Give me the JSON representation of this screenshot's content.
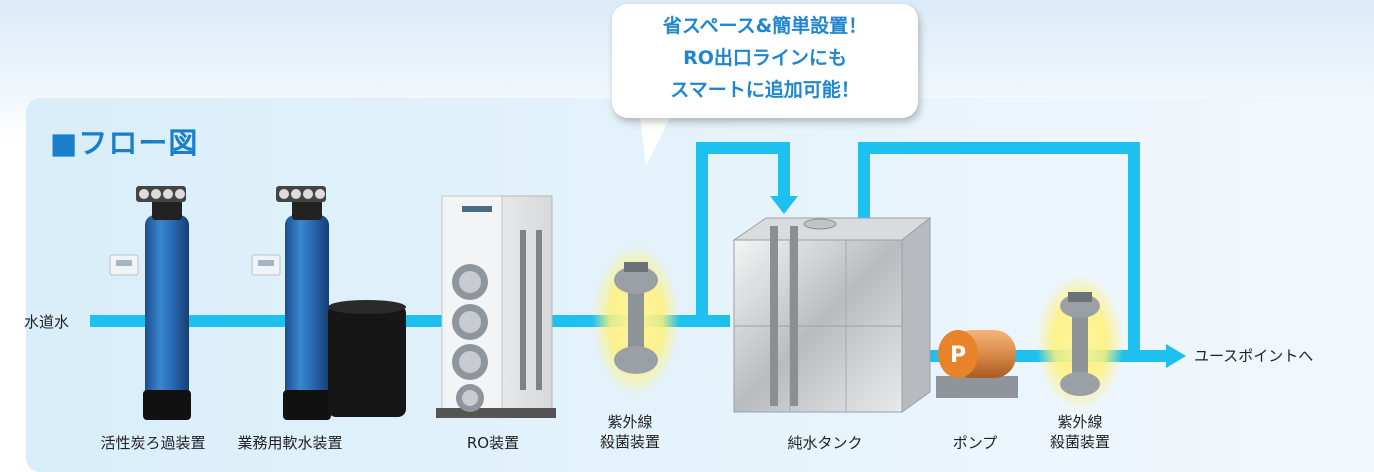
{
  "heading": "■フロー図",
  "callout": {
    "lines": [
      "省スペース&簡単設置！",
      "RO出口ラインにも",
      "スマートに追加可能！"
    ]
  },
  "inlet_label": "水道水",
  "outlet_label": "ユースポイントへ",
  "pump_letter": "P",
  "equipment": [
    {
      "key": "carbon_filter",
      "label": "活性炭ろ過装置"
    },
    {
      "key": "softener",
      "label": "業務用軟水装置"
    },
    {
      "key": "ro_unit",
      "label": "RO装置"
    },
    {
      "key": "uv_1",
      "label": "紫外線\n殺菌装置"
    },
    {
      "key": "tank",
      "label": "純水タンク"
    },
    {
      "key": "pump",
      "label": "ポンプ"
    },
    {
      "key": "uv_2",
      "label": "紫外線\n殺菌装置"
    }
  ],
  "colors": {
    "pipe": "#1ec0f0",
    "heading": "#1a7fcb",
    "callout_text": "#1f86cf",
    "tank_blue": "#2c6fb5",
    "pump": "#e8832a",
    "uv_glow": "#fff17a"
  }
}
